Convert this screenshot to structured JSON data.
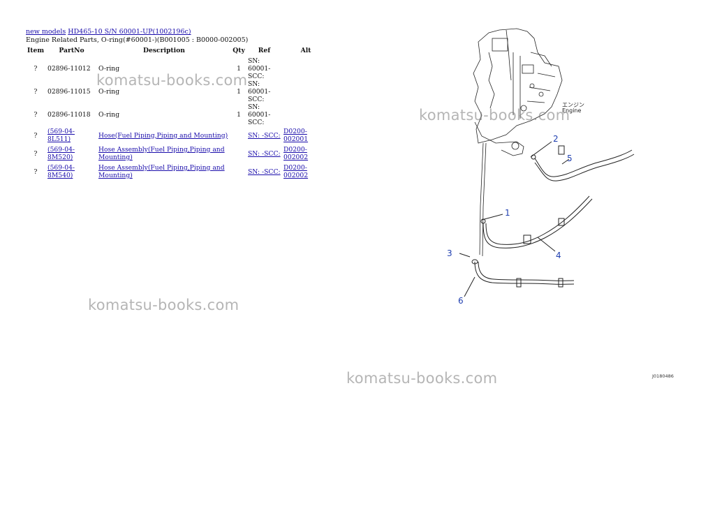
{
  "header": {
    "link_new_models": "new models",
    "link_model": "HD465-10 S/N 60001-UP(1002196c)",
    "subtitle": "Engine Related Parts, O-ring(#60001-)(B001005 : B0000-002005)"
  },
  "table": {
    "columns": [
      "Item",
      "PartNo",
      "Description",
      "Qty",
      "Ref",
      "Alt"
    ],
    "rows": [
      {
        "item": "?",
        "part_no": "02896-11012",
        "description": "O-ring",
        "qty": "1",
        "ref": "SN: 60001-SCC:",
        "alt": ""
      },
      {
        "item": "?",
        "part_no": "02896-11015",
        "description": "O-ring",
        "qty": "1",
        "ref": "SN: 60001-SCC:",
        "alt": ""
      },
      {
        "item": "?",
        "part_no": "02896-11018",
        "description": "O-ring",
        "qty": "1",
        "ref": "SN: 60001-SCC:",
        "alt": ""
      },
      {
        "item": "?",
        "part_no": "(569-04-8L511)",
        "description": "Hose(Fuel Piping,Piping and Mounting)",
        "qty": "",
        "ref": "SN: -SCC:",
        "alt": "D0200-002001"
      },
      {
        "item": "?",
        "part_no": "(569-04-8M520)",
        "description": "Hose Assembly(Fuel Piping,Piping and Mounting)",
        "qty": "",
        "ref": "SN: -SCC:",
        "alt": "D0200-002002"
      },
      {
        "item": "?",
        "part_no": "(569-04-8M540)",
        "description": "Hose Assembly(Fuel Piping,Piping and Mounting)",
        "qty": "",
        "ref": "SN: -SCC:",
        "alt": "D0200-002002"
      }
    ]
  },
  "watermarks": [
    "komatsu-books.com",
    "komatsu-books.com",
    "komatsu-books.com",
    "komatsu-books.com"
  ],
  "diagram": {
    "callouts": [
      "1",
      "2",
      "3",
      "4",
      "5",
      "6"
    ],
    "engine_label_jp": "エンジン",
    "engine_label_en": "Engine",
    "drawing_code": "J0180486"
  },
  "colors": {
    "link": "#1a0dab",
    "callout": "#1f3fb0",
    "watermark": "#787878"
  }
}
